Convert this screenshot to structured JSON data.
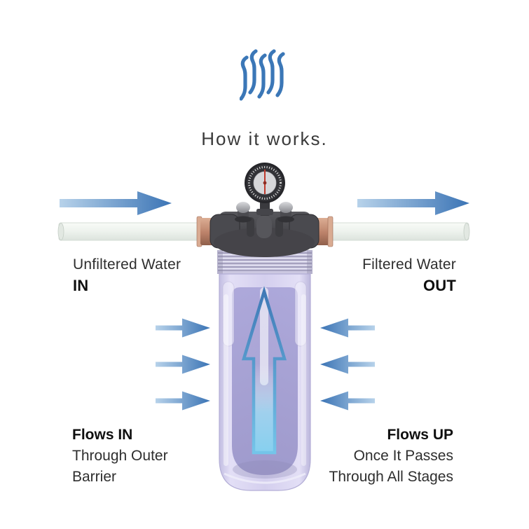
{
  "title": {
    "text": "How it works."
  },
  "logo": {
    "name": "water-streams-logo",
    "stream_count": 5
  },
  "flow": {
    "inlet": {
      "title": "Unfiltered Water",
      "direction": "IN"
    },
    "outlet": {
      "title": "Filtered Water",
      "direction": "OUT"
    },
    "stage_in": {
      "heading": "Flows IN",
      "line1": "Through Outer",
      "line2": "Barrier"
    },
    "stage_up": {
      "heading": "Flows UP",
      "line1": "Once It Passes",
      "line2": "Through All Stages"
    }
  },
  "colors": {
    "logo_blue": "#3b77b7",
    "arrow_light": "#b7d2ea",
    "arrow_dark": "#3b74b5",
    "up_arrow_top": "#3f79b6",
    "up_arrow_bottom": "#74c4e9",
    "needle_red": "#c0392b",
    "housing_lavender": "#d4cfee",
    "cartridge_purple": "#a9a4d8",
    "head_charcoal": "#414145",
    "copper": "#bb8169"
  }
}
